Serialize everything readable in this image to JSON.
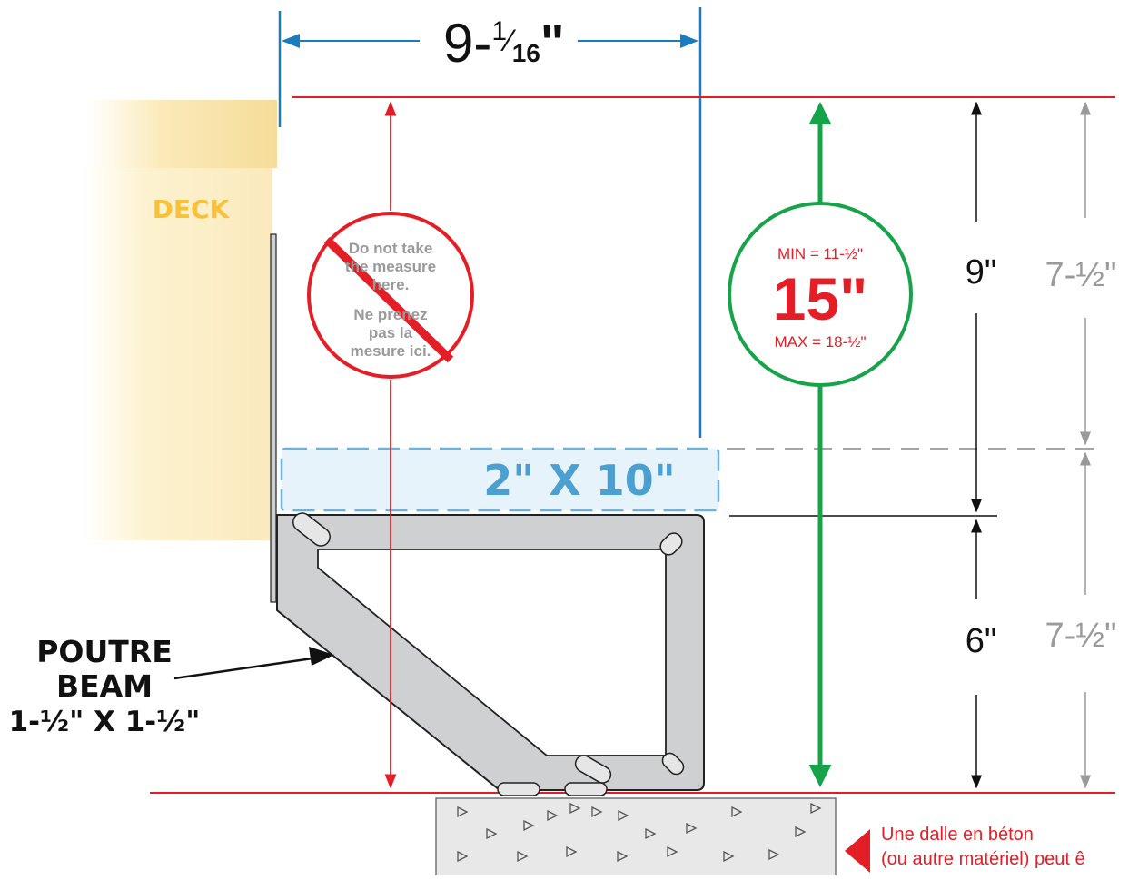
{
  "top_dimension": {
    "whole": "9-",
    "frac": "1",
    "frac_den": "16",
    "inch": "\""
  },
  "deck": {
    "label": "DECK"
  },
  "board": {
    "label": "2\" X 10\""
  },
  "do_not_measure": {
    "line1": "Do not  take",
    "line2": "the measure",
    "line3": "here.",
    "line4": "Ne prenez",
    "line5": "pas la",
    "line6": "mesure ici."
  },
  "measure_circle": {
    "min": "MIN = 11-½\"",
    "value": "15\"",
    "max": "MAX = 18-½\""
  },
  "right_dims": {
    "upper_black": "9\"",
    "upper_gray": "7-½\"",
    "lower_black": "6\"",
    "lower_gray": "7-½\""
  },
  "beam_label": {
    "line1": "POUTRE",
    "line2": "BEAM",
    "line3": "1-½\" X 1-½\""
  },
  "slab_note": {
    "line1": "Une dalle en béton",
    "line2": "(ou autre matériel) peut ê"
  },
  "colors": {
    "red": "#e31e26",
    "green": "#17a34a",
    "blue": "#1a7bc1",
    "board_blue": "#4b9fd1",
    "deck_yellow": "#f7c23a",
    "gray": "#9a9a9a",
    "steel": "#cfd0d2"
  }
}
